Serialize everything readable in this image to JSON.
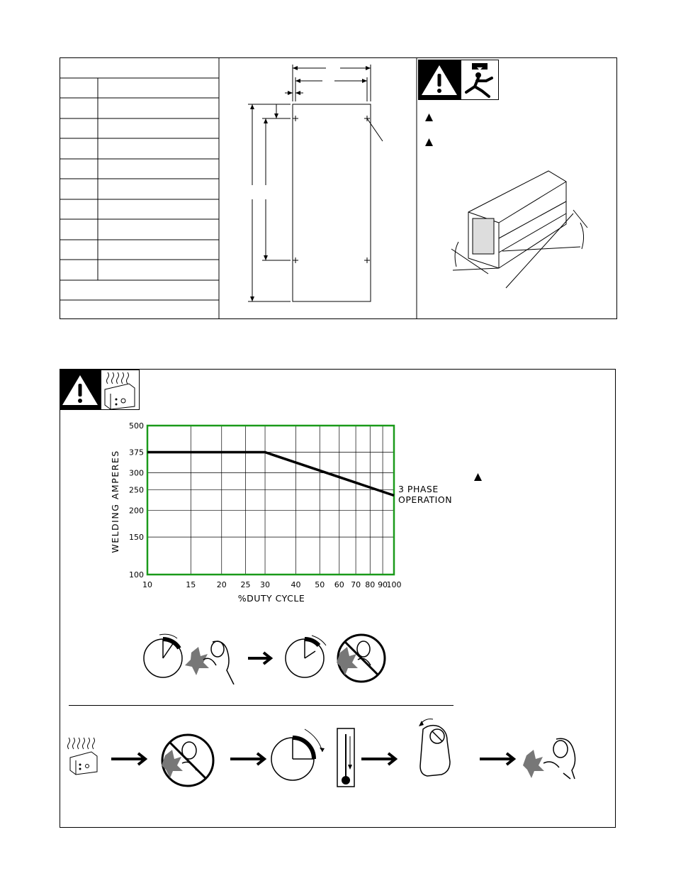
{
  "chart_data": {
    "type": "line",
    "title": "",
    "xlabel": "%DUTY CYCLE",
    "ylabel": "WELDING AMPERES",
    "x_scale": "log",
    "y_scale": "log",
    "xlim": [
      10,
      100
    ],
    "ylim": [
      100,
      500
    ],
    "x_ticks": [
      "10",
      "15",
      "20",
      "25",
      "30",
      "40",
      "50",
      "60",
      "70",
      "80",
      "90",
      "100"
    ],
    "y_ticks": [
      "500",
      "375",
      "300",
      "250",
      "200",
      "150",
      "100"
    ],
    "grid": true,
    "series": [
      {
        "name": "3 PHASE OPERATION",
        "name_lines": [
          "3 PHASE",
          "OPERATION"
        ],
        "x": [
          10,
          30,
          100
        ],
        "y": [
          375,
          375,
          235
        ]
      }
    ],
    "colors": {
      "frame": "#1a9a1a",
      "line": "#000000",
      "grid": "#000000"
    }
  },
  "icons": {
    "hazard_icon": "warning-triangle-icon",
    "falling_icon": "falling-equipment-icon",
    "overheat_icon": "overheating-machine-icon",
    "timer_icon": "clock-timer-icon",
    "welder_icon": "welder-icon",
    "no_weld_icon": "no-welding-icon",
    "thermometer_icon": "thermometer-icon",
    "knob_icon": "reduce-knob-icon",
    "arrow_icon": "right-arrow-icon",
    "bullet_icon": "triangle-bullet-icon"
  }
}
